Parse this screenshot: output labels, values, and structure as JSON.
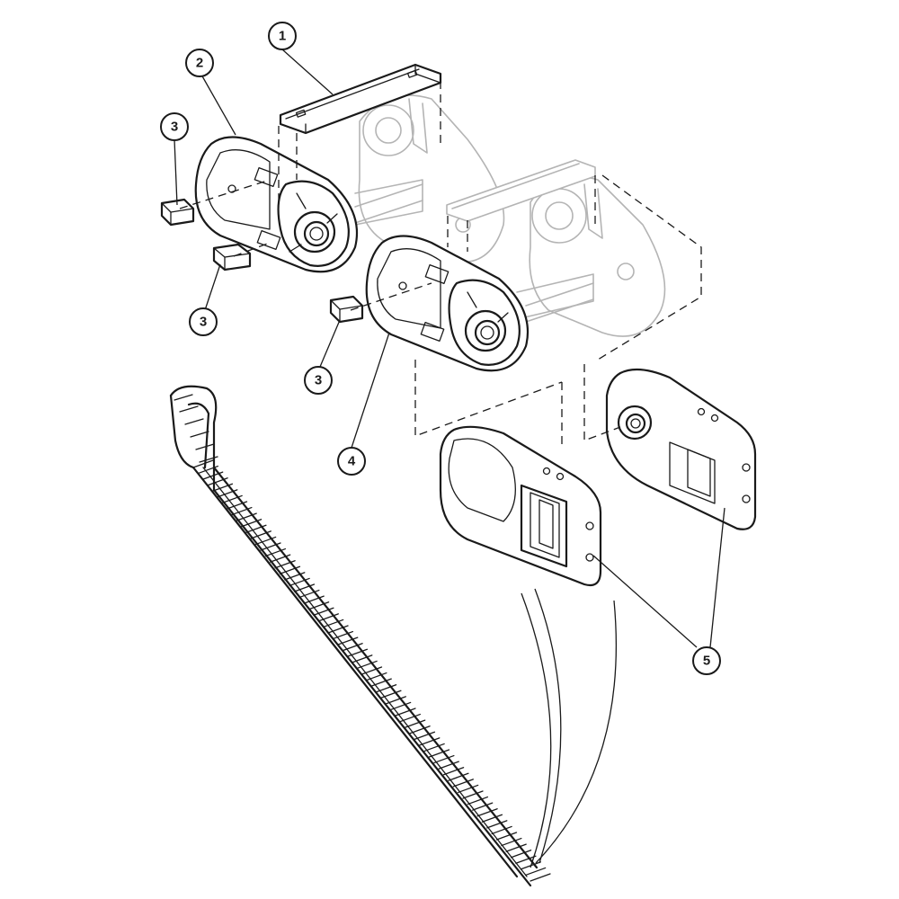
{
  "callouts": [
    {
      "id": "1",
      "label": "1"
    },
    {
      "id": "2",
      "label": "2"
    },
    {
      "id": "3a",
      "label": "3"
    },
    {
      "id": "3b",
      "label": "3"
    },
    {
      "id": "3c",
      "label": "3"
    },
    {
      "id": "4",
      "label": "4"
    },
    {
      "id": "5",
      "label": "5"
    }
  ]
}
